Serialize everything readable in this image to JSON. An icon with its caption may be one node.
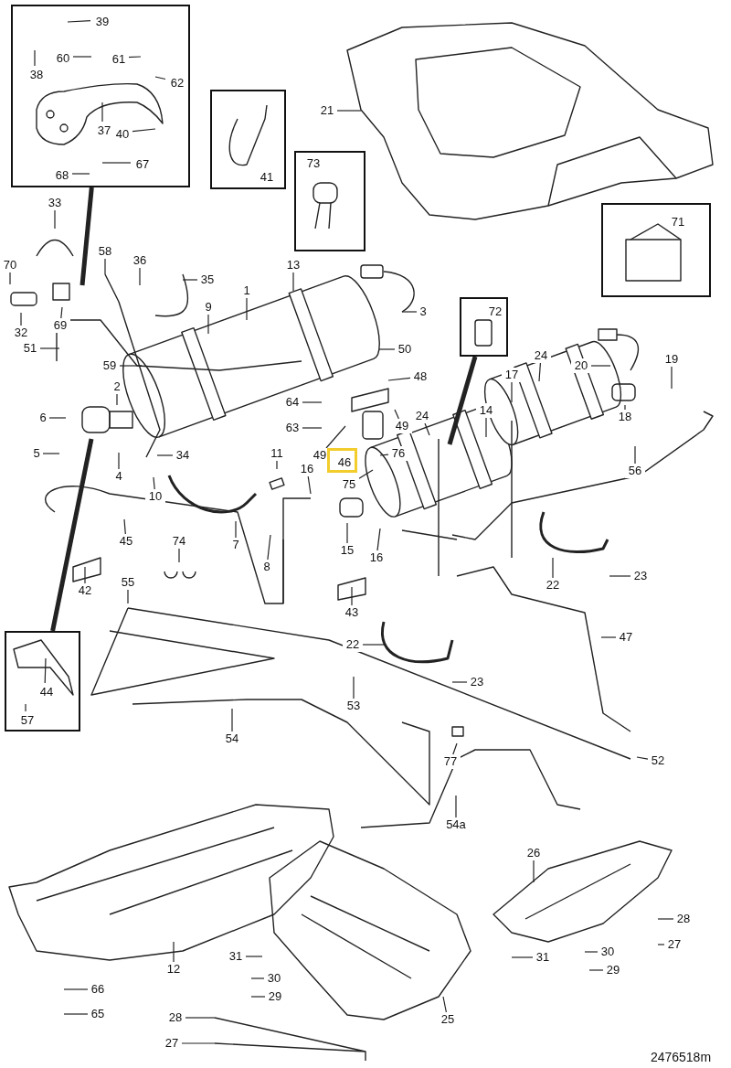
{
  "diagram": {
    "nodes": [
      {
        "text": [],
        "shape": "box"
      },
      {
        "text": [
          "39"
        ],
        "in": 0
      },
      {
        "text": [
          "38"
        ],
        "in": 0
      },
      {
        "text": [
          "60"
        ],
        "in": 0
      },
      {
        "text": [
          "61"
        ],
        "in": 0
      },
      {
        "text": [
          "62"
        ],
        "in": 0
      },
      {
        "text": [
          "37"
        ],
        "in": 0
      },
      {
        "text": [
          "40"
        ],
        "in": 0
      },
      {
        "text": [
          "67"
        ],
        "in": 0
      },
      {
        "text": [
          "68"
        ],
        "in": 0
      },
      {
        "text": [
          "41"
        ]
      },
      {
        "text": [
          "21"
        ]
      },
      {
        "text": [
          "73"
        ]
      },
      {
        "text": [
          "71"
        ]
      },
      {
        "text": [
          "33"
        ]
      },
      {
        "text": [
          "70"
        ]
      },
      {
        "text": [
          "58"
        ]
      },
      {
        "text": [
          "36"
        ]
      },
      {
        "text": [
          "35"
        ]
      },
      {
        "text": [
          "13"
        ]
      },
      {
        "text": [
          "32"
        ]
      },
      {
        "text": [
          "69"
        ]
      },
      {
        "text": [
          "9"
        ]
      },
      {
        "text": [
          "1"
        ]
      },
      {
        "text": [
          "3"
        ]
      },
      {
        "text": [
          "72"
        ]
      },
      {
        "text": [
          "51"
        ]
      },
      {
        "text": [
          "50"
        ]
      },
      {
        "text": [
          "59"
        ]
      },
      {
        "text": [
          "2"
        ]
      },
      {
        "text": [
          "48"
        ]
      },
      {
        "text": [
          "24"
        ]
      },
      {
        "text": [
          "17"
        ]
      },
      {
        "text": [
          "20"
        ]
      },
      {
        "text": [
          "19"
        ]
      },
      {
        "text": [
          "64"
        ]
      },
      {
        "text": [
          "63"
        ]
      },
      {
        "text": [
          "6"
        ]
      },
      {
        "text": [
          "49"
        ]
      },
      {
        "text": [
          "24"
        ]
      },
      {
        "text": [
          "14"
        ]
      },
      {
        "text": [
          "18"
        ]
      },
      {
        "text": [
          "49"
        ]
      },
      {
        "text": [
          "76"
        ]
      },
      {
        "text": [
          "46"
        ]
      },
      {
        "text": [
          "75"
        ]
      },
      {
        "text": [
          "5"
        ]
      },
      {
        "text": [
          "34"
        ]
      },
      {
        "text": [
          "4"
        ]
      },
      {
        "text": [
          "11"
        ]
      },
      {
        "text": [
          "16"
        ]
      },
      {
        "text": [
          "10"
        ]
      },
      {
        "text": [
          "56"
        ]
      },
      {
        "text": [
          "7"
        ]
      },
      {
        "text": [
          "45"
        ]
      },
      {
        "text": [
          "74"
        ]
      },
      {
        "text": [
          "15"
        ]
      },
      {
        "text": [
          "16"
        ]
      },
      {
        "text": [
          "8"
        ]
      },
      {
        "text": [
          "42"
        ]
      },
      {
        "text": [
          "22"
        ]
      },
      {
        "text": [
          "23"
        ]
      },
      {
        "text": [
          "43"
        ]
      },
      {
        "text": [
          "55"
        ]
      },
      {
        "text": [],
        "shape": "box"
      },
      {
        "text": [
          "44"
        ],
        "in": 64
      },
      {
        "text": [
          "57"
        ],
        "in": 64
      },
      {
        "text": [
          "22"
        ]
      },
      {
        "text": [
          "47"
        ]
      },
      {
        "text": [
          "23"
        ]
      },
      {
        "text": [
          "53"
        ]
      },
      {
        "text": [
          "54"
        ]
      },
      {
        "text": [
          "77"
        ]
      },
      {
        "text": [
          "52"
        ]
      },
      {
        "text": [
          "54a"
        ]
      },
      {
        "text": [
          "26"
        ]
      },
      {
        "text": [
          "28"
        ]
      },
      {
        "text": [
          "27"
        ]
      },
      {
        "text": [
          "12"
        ]
      },
      {
        "text": [
          "31"
        ]
      },
      {
        "text": [
          "30"
        ]
      },
      {
        "text": [
          "31"
        ]
      },
      {
        "text": [
          "30"
        ]
      },
      {
        "text": [
          "29"
        ]
      },
      {
        "text": [
          "29"
        ]
      },
      {
        "text": [
          "66"
        ]
      },
      {
        "text": [
          "65"
        ]
      },
      {
        "text": [
          "25"
        ]
      },
      {
        "text": [
          "28"
        ]
      },
      {
        "text": [
          "27"
        ]
      }
    ],
    "edges": [
      {
        "from": 0,
        "to": null,
        "arrow": "none",
        "style": "thick"
      },
      {
        "from": 1,
        "to": null,
        "arrow": "none"
      },
      {
        "from": 2,
        "to": null,
        "arrow": "none"
      },
      {
        "from": 3,
        "to": null,
        "arrow": "none"
      },
      {
        "from": 4,
        "to": null,
        "arrow": "none"
      },
      {
        "from": 5,
        "to": null,
        "arrow": "none"
      },
      {
        "from": 6,
        "to": null,
        "arrow": "none"
      },
      {
        "from": 7,
        "to": null,
        "arrow": "none"
      },
      {
        "from": 8,
        "to": null,
        "arrow": "none"
      },
      {
        "from": 9,
        "to": null,
        "arrow": "none"
      },
      {
        "from": 11,
        "to": null,
        "arrow": "none"
      },
      {
        "from": 14,
        "to": null,
        "arrow": "none"
      },
      {
        "from": 15,
        "to": null,
        "arrow": "none"
      },
      {
        "from": 16,
        "to": null,
        "arrow": "none"
      },
      {
        "from": 17,
        "to": null,
        "arrow": "none"
      },
      {
        "from": 18,
        "to": null,
        "arrow": "none"
      },
      {
        "from": 19,
        "to": null,
        "arrow": "none"
      },
      {
        "from": 20,
        "to": null,
        "arrow": "none"
      },
      {
        "from": 21,
        "to": null,
        "arrow": "none"
      },
      {
        "from": 22,
        "to": null,
        "arrow": "none"
      },
      {
        "from": 23,
        "to": null,
        "arrow": "none"
      },
      {
        "from": 24,
        "to": null,
        "arrow": "none"
      },
      {
        "from": 25,
        "to": null,
        "arrow": "none",
        "style": "thick"
      },
      {
        "from": 26,
        "to": null,
        "arrow": "none"
      },
      {
        "from": 27,
        "to": null,
        "arrow": "none"
      },
      {
        "from": 28,
        "to": null,
        "arrow": "none"
      },
      {
        "from": 29,
        "to": null,
        "arrow": "none"
      },
      {
        "from": 30,
        "to": null,
        "arrow": "none"
      },
      {
        "from": 31,
        "to": null,
        "arrow": "none"
      },
      {
        "from": 32,
        "to": null,
        "arrow": "none"
      },
      {
        "from": 33,
        "to": null,
        "arrow": "none"
      },
      {
        "from": 34,
        "to": null,
        "arrow": "none"
      },
      {
        "from": 35,
        "to": null,
        "arrow": "none"
      },
      {
        "from": 36,
        "to": null,
        "arrow": "none"
      },
      {
        "from": 37,
        "to": null,
        "arrow": "none"
      },
      {
        "from": 38,
        "to": null,
        "arrow": "none"
      },
      {
        "from": 39,
        "to": null,
        "arrow": "none"
      },
      {
        "from": 40,
        "to": null,
        "arrow": "none"
      },
      {
        "from": 41,
        "to": null,
        "arrow": "none"
      },
      {
        "from": 42,
        "to": null,
        "arrow": "none"
      },
      {
        "from": 43,
        "to": null,
        "arrow": "none"
      },
      {
        "from": 45,
        "to": null,
        "arrow": "none"
      },
      {
        "from": 46,
        "to": null,
        "arrow": "none"
      },
      {
        "from": 47,
        "to": null,
        "arrow": "none"
      },
      {
        "from": 48,
        "to": null,
        "arrow": "none"
      },
      {
        "from": 49,
        "to": null,
        "arrow": "none"
      },
      {
        "from": 50,
        "to": null,
        "arrow": "none"
      },
      {
        "from": 51,
        "to": null,
        "arrow": "none"
      },
      {
        "from": 52,
        "to": null,
        "arrow": "none"
      },
      {
        "from": 53,
        "to": null,
        "arrow": "none"
      },
      {
        "from": 54,
        "to": null,
        "arrow": "none"
      },
      {
        "from": 55,
        "to": null,
        "arrow": "none"
      },
      {
        "from": 56,
        "to": null,
        "arrow": "none"
      },
      {
        "from": 57,
        "to": null,
        "arrow": "none"
      },
      {
        "from": 58,
        "to": null,
        "arrow": "none"
      },
      {
        "from": 59,
        "to": null,
        "arrow": "none"
      },
      {
        "from": 60,
        "to": null,
        "arrow": "none"
      },
      {
        "from": 61,
        "to": null,
        "arrow": "none"
      },
      {
        "from": 62,
        "to": null,
        "arrow": "none"
      },
      {
        "from": 63,
        "to": null,
        "arrow": "none"
      },
      {
        "from": 64,
        "to": null,
        "arrow": "none",
        "style": "thick"
      },
      {
        "from": 65,
        "to": null,
        "arrow": "none"
      },
      {
        "from": 66,
        "to": null,
        "arrow": "none"
      },
      {
        "from": 67,
        "to": null,
        "arrow": "none"
      },
      {
        "from": 68,
        "to": null,
        "arrow": "none"
      },
      {
        "from": 69,
        "to": null,
        "arrow": "none"
      },
      {
        "from": 70,
        "to": null,
        "arrow": "none"
      },
      {
        "from": 71,
        "to": null,
        "arrow": "none"
      },
      {
        "from": 72,
        "to": null,
        "arrow": "none"
      },
      {
        "from": 73,
        "to": null,
        "arrow": "none"
      },
      {
        "from": 74,
        "to": null,
        "arrow": "none"
      },
      {
        "from": 75,
        "to": null,
        "arrow": "none"
      },
      {
        "from": 76,
        "to": null,
        "arrow": "none"
      },
      {
        "from": 77,
        "to": null,
        "arrow": "none"
      },
      {
        "from": 78,
        "to": null,
        "arrow": "none"
      },
      {
        "from": 79,
        "to": null,
        "arrow": "none"
      },
      {
        "from": 80,
        "to": null,
        "arrow": "none"
      },
      {
        "from": 81,
        "to": null,
        "arrow": "none"
      },
      {
        "from": 82,
        "to": null,
        "arrow": "none"
      },
      {
        "from": 83,
        "to": null,
        "arrow": "none"
      },
      {
        "from": 84,
        "to": null,
        "arrow": "none"
      },
      {
        "from": 85,
        "to": null,
        "arrow": "none"
      },
      {
        "from": 86,
        "to": null,
        "arrow": "none"
      },
      {
        "from": 87,
        "to": null,
        "arrow": "none"
      },
      {
        "from": 88,
        "to": null,
        "arrow": "none"
      },
      {
        "from": 89,
        "to": null,
        "arrow": "none"
      }
    ],
    "labels": [
      "2476518m"
    ]
  }
}
